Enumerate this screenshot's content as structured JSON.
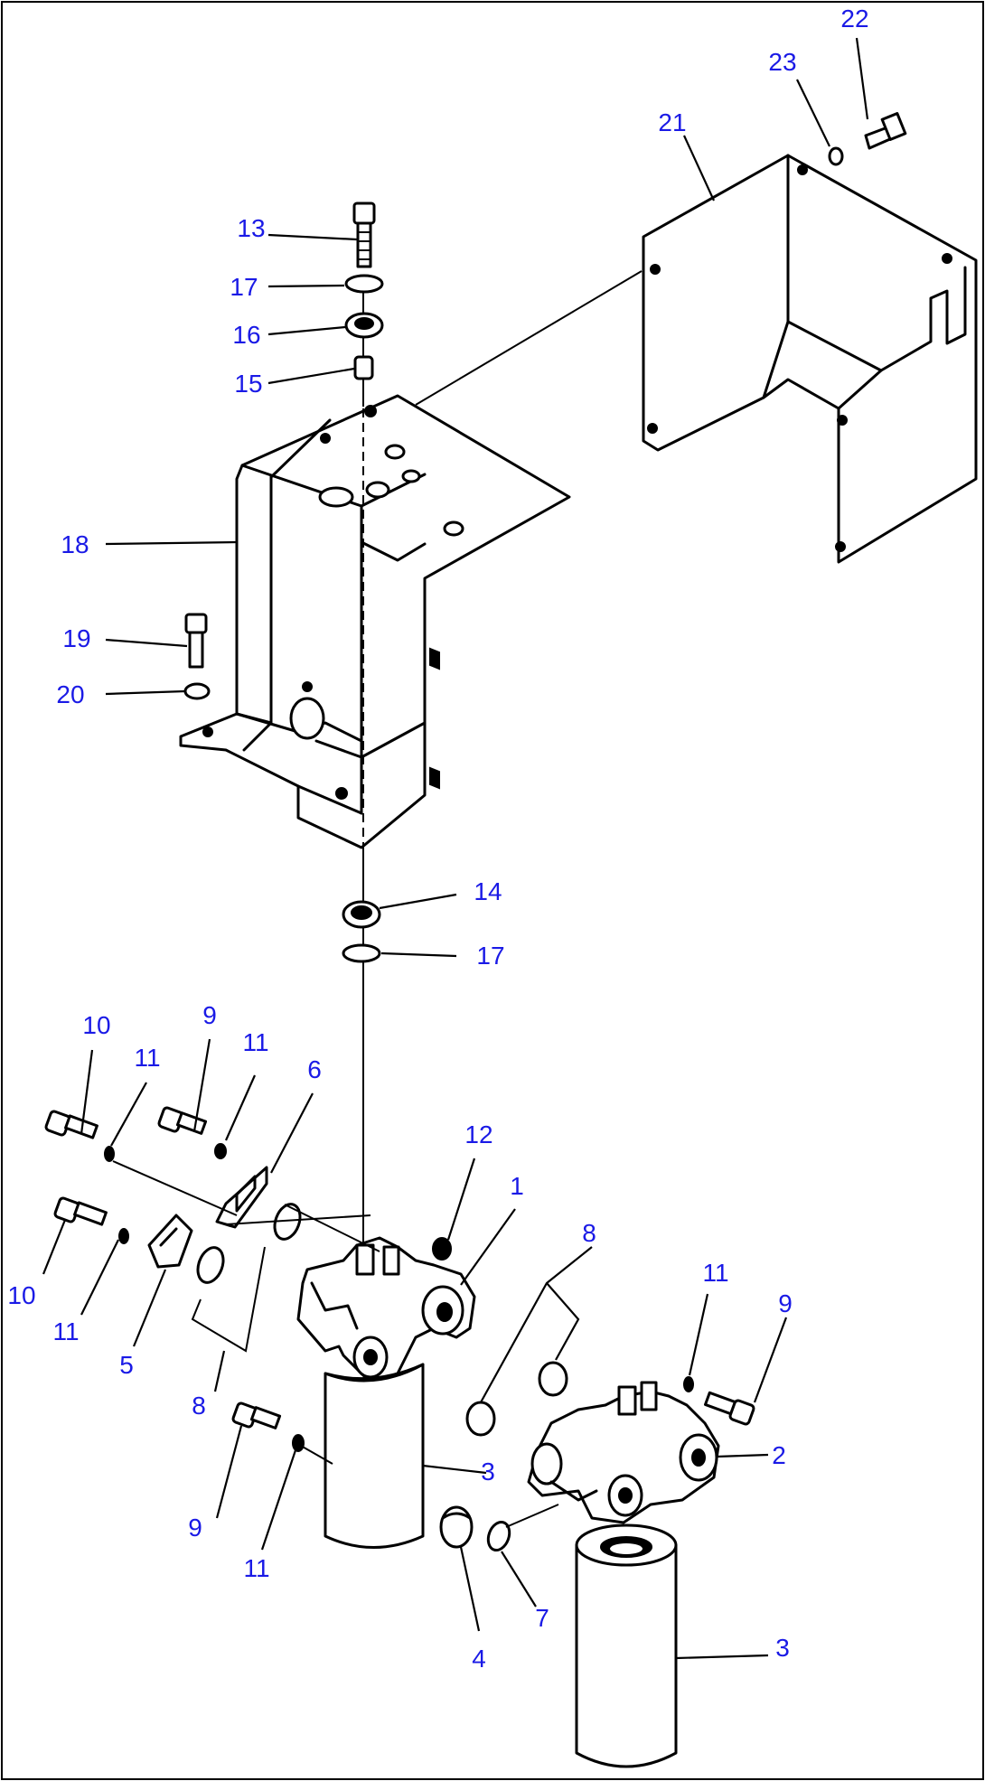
{
  "diagram": {
    "kind": "exploded parts drawing",
    "callout_color": "#1a1ae6",
    "line_color": "#000000",
    "background": "#ffffff",
    "callouts": [
      {
        "id": "c22",
        "text": "22"
      },
      {
        "id": "c23",
        "text": "23"
      },
      {
        "id": "c21",
        "text": "21"
      },
      {
        "id": "c13",
        "text": "13"
      },
      {
        "id": "c17a",
        "text": "17"
      },
      {
        "id": "c16",
        "text": "16"
      },
      {
        "id": "c15",
        "text": "15"
      },
      {
        "id": "c18",
        "text": "18"
      },
      {
        "id": "c19",
        "text": "19"
      },
      {
        "id": "c20",
        "text": "20"
      },
      {
        "id": "c14",
        "text": "14"
      },
      {
        "id": "c17b",
        "text": "17"
      },
      {
        "id": "c10a",
        "text": "10"
      },
      {
        "id": "c11a",
        "text": "11"
      },
      {
        "id": "c9a",
        "text": "9"
      },
      {
        "id": "c11b",
        "text": "11"
      },
      {
        "id": "c6",
        "text": "6"
      },
      {
        "id": "c12",
        "text": "12"
      },
      {
        "id": "c1",
        "text": "1"
      },
      {
        "id": "c8a",
        "text": "8"
      },
      {
        "id": "c10b",
        "text": "10"
      },
      {
        "id": "c11c",
        "text": "11"
      },
      {
        "id": "c5",
        "text": "5"
      },
      {
        "id": "c8b",
        "text": "8"
      },
      {
        "id": "c11d",
        "text": "11"
      },
      {
        "id": "c9b",
        "text": "9"
      },
      {
        "id": "c2",
        "text": "2"
      },
      {
        "id": "c9c",
        "text": "9"
      },
      {
        "id": "c11e",
        "text": "11"
      },
      {
        "id": "c3a",
        "text": "3"
      },
      {
        "id": "c4",
        "text": "4"
      },
      {
        "id": "c7",
        "text": "7"
      },
      {
        "id": "c3b",
        "text": "3"
      }
    ]
  }
}
